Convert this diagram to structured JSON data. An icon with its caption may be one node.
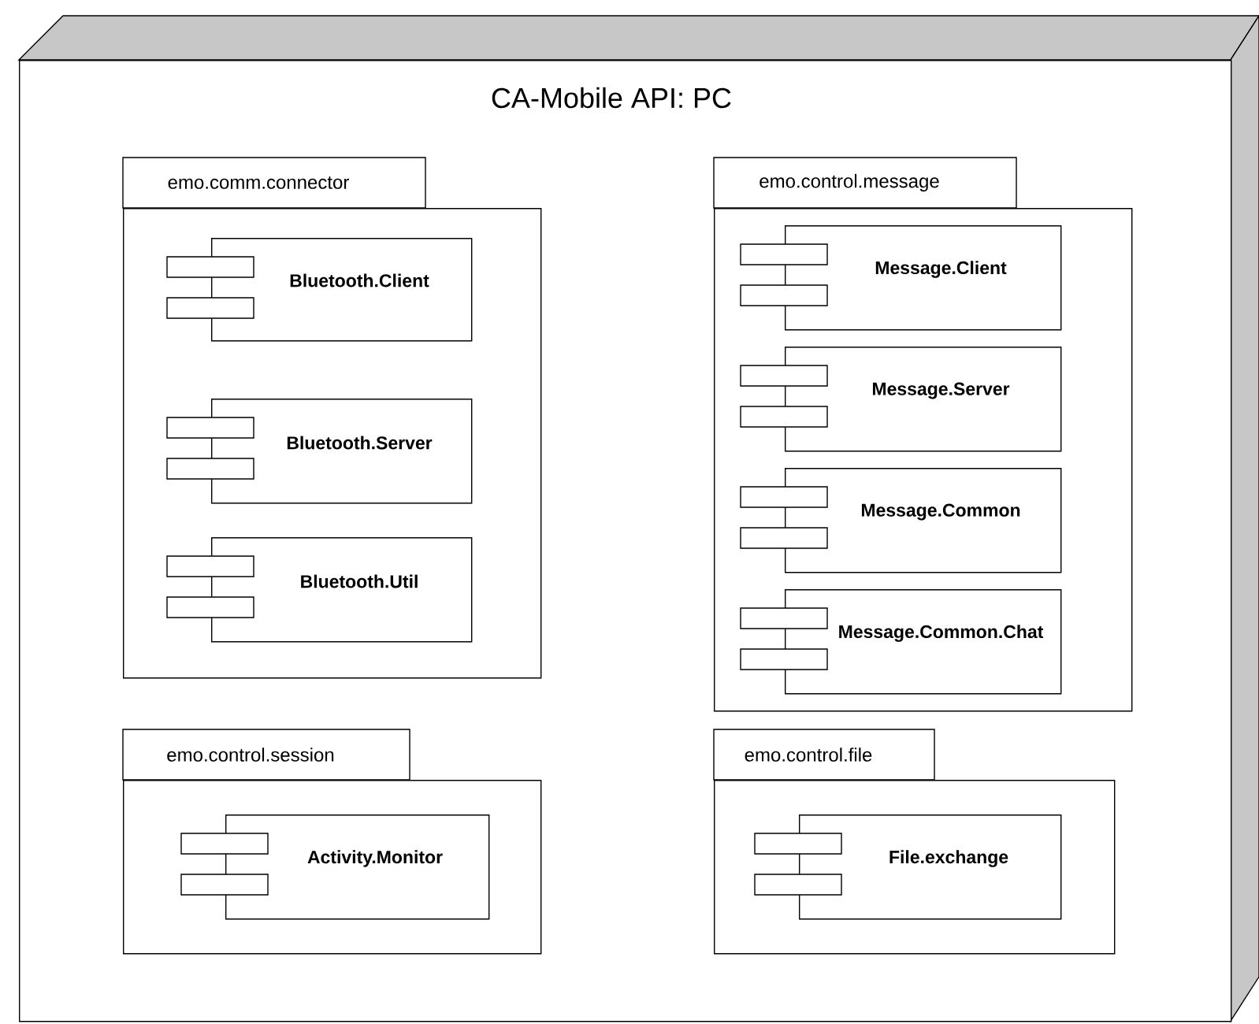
{
  "diagram": {
    "nodes": [
      {
        "text": [
          "CA-Mobile API: PC"
        ]
      },
      {
        "text": [
          "emo.comm.connector"
        ],
        "in": 0
      },
      {
        "text": [
          "Bluetooth.Client"
        ],
        "in": 1
      },
      {
        "text": [
          "Bluetooth.Server"
        ],
        "in": 1
      },
      {
        "text": [
          "Bluetooth.Util"
        ],
        "in": 1
      },
      {
        "text": [
          "emo.control.message"
        ],
        "in": 0
      },
      {
        "text": [
          "Message.Client"
        ],
        "in": 5
      },
      {
        "text": [
          "Message.Server"
        ],
        "in": 5
      },
      {
        "text": [
          "Message.Common"
        ],
        "in": 5
      },
      {
        "text": [
          "Message.Common.Chat"
        ],
        "in": 5
      },
      {
        "text": [
          "emo.control.session"
        ],
        "in": 0
      },
      {
        "text": [
          "Activity.Monitor"
        ],
        "in": 10
      },
      {
        "text": [
          "emo.control.file"
        ],
        "in": 0
      },
      {
        "text": [
          "File.exchange"
        ],
        "in": 12
      }
    ]
  }
}
